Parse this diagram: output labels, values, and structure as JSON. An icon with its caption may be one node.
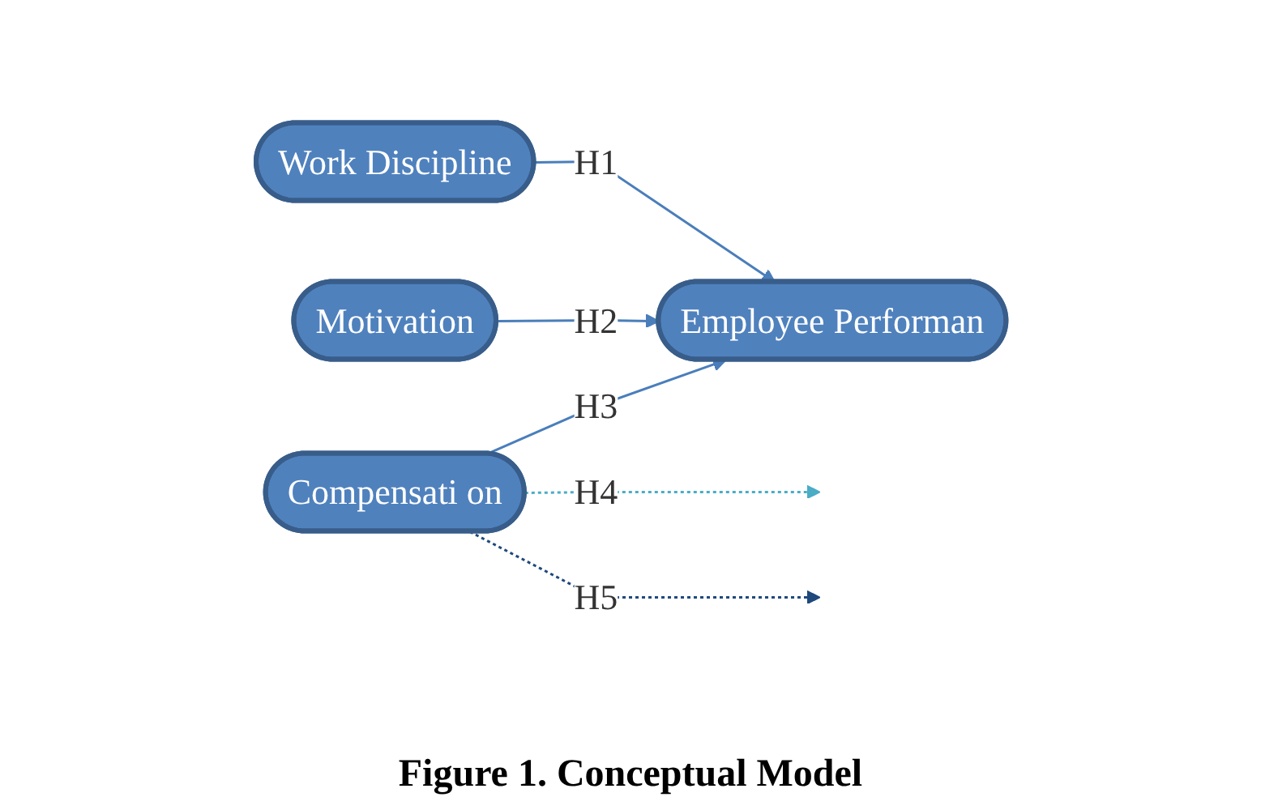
{
  "diagram": {
    "caption": "Figure 1. Conceptual Model",
    "nodes": [
      {
        "text": [
          "Work Discipline"
        ]
      },
      {
        "text": [
          "Motivation"
        ]
      },
      {
        "text": [
          "Compensati on"
        ]
      },
      {
        "text": [
          "Employee Performan"
        ]
      }
    ],
    "edges": [
      {
        "from": 0,
        "to": 3,
        "arrow": "to",
        "label": "H1"
      },
      {
        "from": 1,
        "to": 3,
        "arrow": "to",
        "label": "H2"
      },
      {
        "from": 2,
        "to": 3,
        "arrow": "to",
        "label": "H3"
      },
      {
        "from": 2,
        "to": null,
        "arrow": "to",
        "label": "H4",
        "style": "dashed",
        "color": "#4bacc6"
      },
      {
        "from": 2,
        "to": null,
        "arrow": "to",
        "label": "H5",
        "style": "dashed",
        "color": "#1f497d"
      }
    ]
  }
}
